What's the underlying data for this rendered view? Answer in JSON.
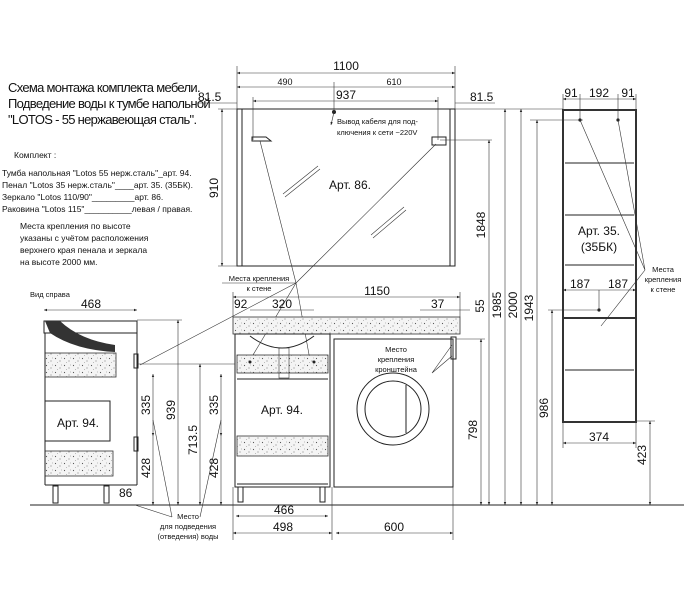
{
  "title": {
    "line1": "Схема монтажа комплекта мебели.",
    "line2": "Подведение воды к тумбе напольной",
    "line3": "\"LOTOS - 55 нержавеющая сталь\"."
  },
  "kit": {
    "heading": "Комплект :",
    "items": [
      "Тумба напольная \"Lotos 55 нерж.сталь\"_арт. 94.",
      "Пенал \"Lotos 35 нерж.сталь\"____арт. 35. (35БК).",
      "Зеркало \"Lotos 110/90\"_________арт. 86.",
      "Раковина \"Lotos 115\"__________левая / правая."
    ]
  },
  "note": [
    "Места крепления по высоте",
    "указаны с учётом расположения",
    "верхнего края пенала и зеркала",
    "на высоте 2000 мм."
  ],
  "labels": {
    "mirror": "Арт. 86.",
    "cabinet_front": "Арт. 94.",
    "cabinet_side": "Арт. 94.",
    "pencil_1": "Арт. 35.",
    "pencil_2": "(35БК)",
    "side_view": "Вид справа",
    "cable_1": "Вывод кабеля для под-",
    "cable_2": "ключения к сети ~220V",
    "mount_wall_1": "Места крепления",
    "mount_wall_2": "к стене",
    "bracket_1": "Место",
    "bracket_2": "крепления",
    "bracket_3": "кронштейна",
    "water_1": "Место",
    "water_2": "для подведения",
    "water_3": "(отведения) воды",
    "pencil_mount_1": "Места",
    "pencil_mount_2": "крепления",
    "pencil_mount_3": "к стене"
  },
  "dimensions": {
    "mirror_width": "1100",
    "cable_left": "490",
    "cable_right": "610",
    "mount_span": "937",
    "offset_left": "81.5",
    "offset_right": "81.5",
    "mirror_height": "910",
    "mirror_mount_h": "1848",
    "mirror_top_h": "1985",
    "total_h": "2000",
    "pencil_mount_h": "1943",
    "pencil_lower_mount_h": "986",
    "pencil_bottom_h": "423",
    "pencil_width": "374",
    "pencil_mount_l": "187",
    "pencil_mount_r": "187",
    "pencil_top_l": "91",
    "pencil_top_c": "192",
    "pencil_top_r": "91",
    "top_width": "1150",
    "top_92": "92",
    "top_320": "320",
    "top_37": "37",
    "top_55": "55",
    "bracket_h": "798",
    "cab_466": "466",
    "cab_498": "498",
    "wm_600": "600",
    "side_468": "468",
    "side_335a": "335",
    "side_428a": "428",
    "side_939": "939",
    "side_713": "713.5",
    "side_335b": "335",
    "side_428b": "428",
    "side_86": "86"
  }
}
